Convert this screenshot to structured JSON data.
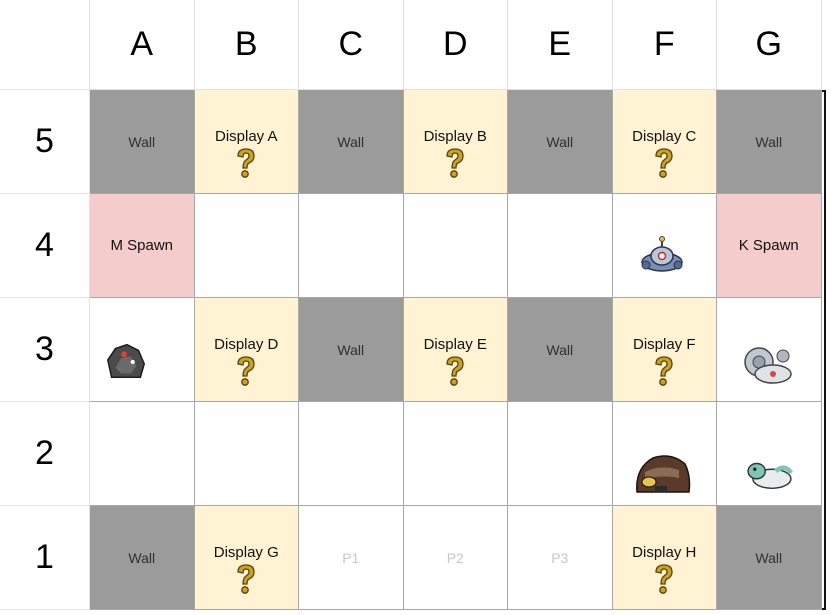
{
  "columns": [
    "A",
    "B",
    "C",
    "D",
    "E",
    "F",
    "G"
  ],
  "rows": [
    "5",
    "4",
    "3",
    "2",
    "1"
  ],
  "colors": {
    "wall": "#9b9b9b",
    "display": "#fff3d4",
    "spawn": "#f4cccc",
    "empty": "#ffffff",
    "grid_line": "#a8a8a8",
    "board_border": "#111111",
    "question_mark": "#c9a227"
  },
  "grid": [
    [
      {
        "type": "wall",
        "label": "Wall"
      },
      {
        "type": "display",
        "label": "Display A",
        "icon": "question-mark-icon"
      },
      {
        "type": "wall",
        "label": "Wall"
      },
      {
        "type": "display",
        "label": "Display B",
        "icon": "question-mark-icon"
      },
      {
        "type": "wall",
        "label": "Wall"
      },
      {
        "type": "display",
        "label": "Display C",
        "icon": "question-mark-icon"
      },
      {
        "type": "wall",
        "label": "Wall"
      }
    ],
    [
      {
        "type": "spawn",
        "label": "M Spawn"
      },
      {
        "type": "empty",
        "label": ""
      },
      {
        "type": "empty",
        "label": ""
      },
      {
        "type": "empty",
        "label": ""
      },
      {
        "type": "empty",
        "label": ""
      },
      {
        "type": "empty",
        "label": "",
        "sprite": "magnezone-sprite"
      },
      {
        "type": "spawn",
        "label": "K Spawn"
      }
    ],
    [
      {
        "type": "empty",
        "label": "",
        "sprite": "rolycoly-sprite"
      },
      {
        "type": "display",
        "label": "Display D",
        "icon": "question-mark-icon"
      },
      {
        "type": "wall",
        "label": "Wall"
      },
      {
        "type": "display",
        "label": "Display E",
        "icon": "question-mark-icon"
      },
      {
        "type": "wall",
        "label": "Wall"
      },
      {
        "type": "display",
        "label": "Display F",
        "icon": "question-mark-icon"
      },
      {
        "type": "empty",
        "label": "",
        "sprite": "klinklang-sprite"
      }
    ],
    [
      {
        "type": "empty",
        "label": ""
      },
      {
        "type": "empty",
        "label": ""
      },
      {
        "type": "empty",
        "label": ""
      },
      {
        "type": "empty",
        "label": ""
      },
      {
        "type": "empty",
        "label": ""
      },
      {
        "type": "empty",
        "label": "",
        "sprite": "probopass-sprite"
      },
      {
        "type": "empty",
        "label": "",
        "sprite": "drampa-sprite"
      }
    ],
    [
      {
        "type": "wall",
        "label": "Wall"
      },
      {
        "type": "display",
        "label": "Display G",
        "icon": "question-mark-icon"
      },
      {
        "type": "pos",
        "label": "P1"
      },
      {
        "type": "pos",
        "label": "P2"
      },
      {
        "type": "pos",
        "label": "P3"
      },
      {
        "type": "display",
        "label": "Display H",
        "icon": "question-mark-icon"
      },
      {
        "type": "wall",
        "label": "Wall"
      }
    ]
  ]
}
